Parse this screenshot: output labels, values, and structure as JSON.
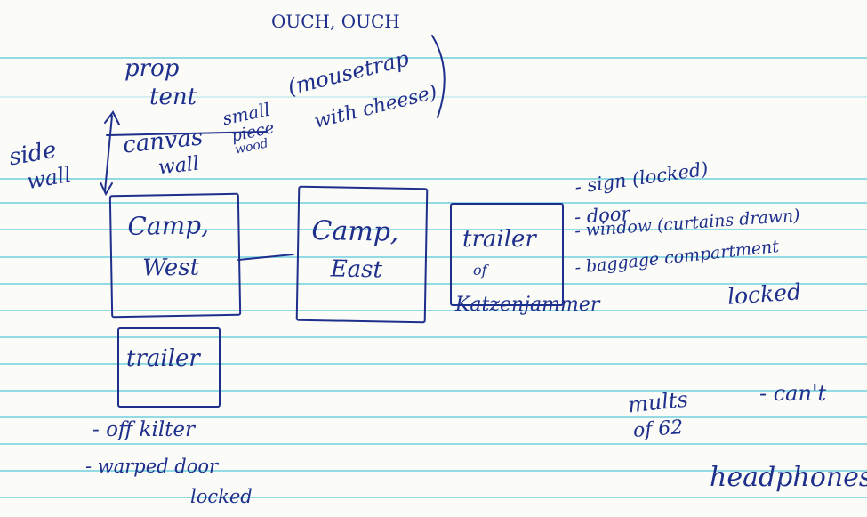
{
  "colors": {
    "ink": "#1e2f8c",
    "rule": "#7fd3e0",
    "paper": "#fbfbf8"
  },
  "notes": {
    "ouch": "OUCH, OUCH",
    "prop_tent": [
      "prop",
      "tent"
    ],
    "side_wall": [
      "side",
      "wall"
    ],
    "canvas_wall": [
      "canvas",
      "wall"
    ],
    "small_piece_wood": [
      "small",
      "piece",
      "wood"
    ],
    "mousetrap": [
      "(mousetrap",
      "with cheese)"
    ],
    "camp_west": [
      "Camp,",
      "West"
    ],
    "camp_east": [
      "Camp,",
      "East"
    ],
    "trailer_katzenjammer": [
      "trailer",
      "of",
      "Katzenjammer"
    ],
    "trailer_west": "trailer",
    "east_trailer_list": [
      "- sign (locked)",
      "- door",
      "- window (curtains drawn)",
      "- baggage compartment",
      "locked"
    ],
    "west_trailer_list": [
      "- off kilter",
      "- warped door",
      "locked"
    ],
    "mults": [
      "mults",
      "of 62"
    ],
    "cant": "- can't",
    "headphones": "headphones"
  }
}
